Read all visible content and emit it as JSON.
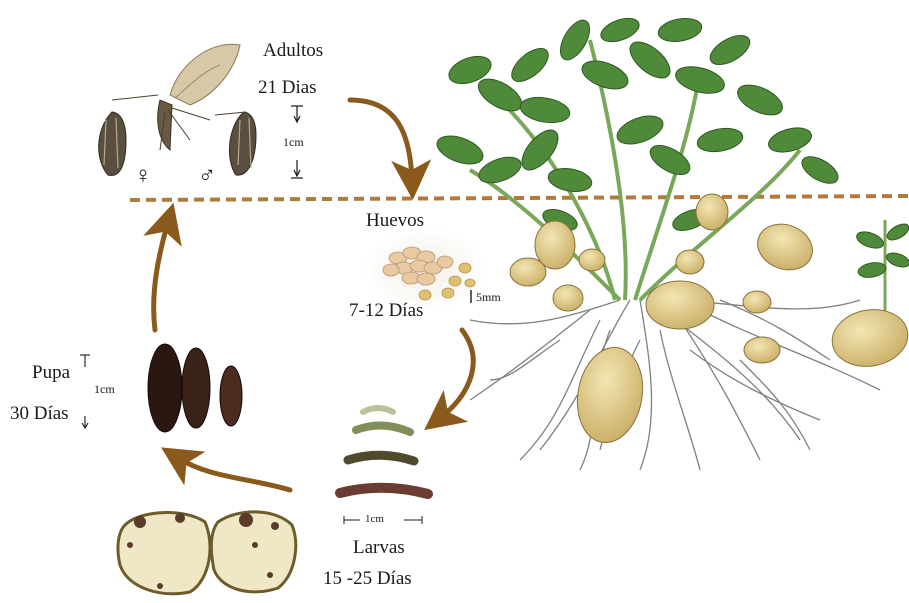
{
  "stages": {
    "adultos": {
      "name": "Adultos",
      "duration": "21 Dias",
      "scale": "1cm",
      "female_symbol": "♀",
      "male_symbol": "♂"
    },
    "huevos": {
      "name": "Huevos",
      "duration": "7-12 Días",
      "scale": "5mm"
    },
    "larvas": {
      "name": "Larvas",
      "duration": "15 -25 Días",
      "scale": "1cm"
    },
    "pupa": {
      "name": "Pupa",
      "duration": "30 Días",
      "scale": "1cm"
    }
  },
  "colors": {
    "arrow": "#8a5a1c",
    "ground_line": "#b07a3a",
    "foliage": "#4f8a3a",
    "foliage_dark": "#2f5a22",
    "tuber": "#e3cf8c",
    "roots": "#6b6b6b"
  }
}
